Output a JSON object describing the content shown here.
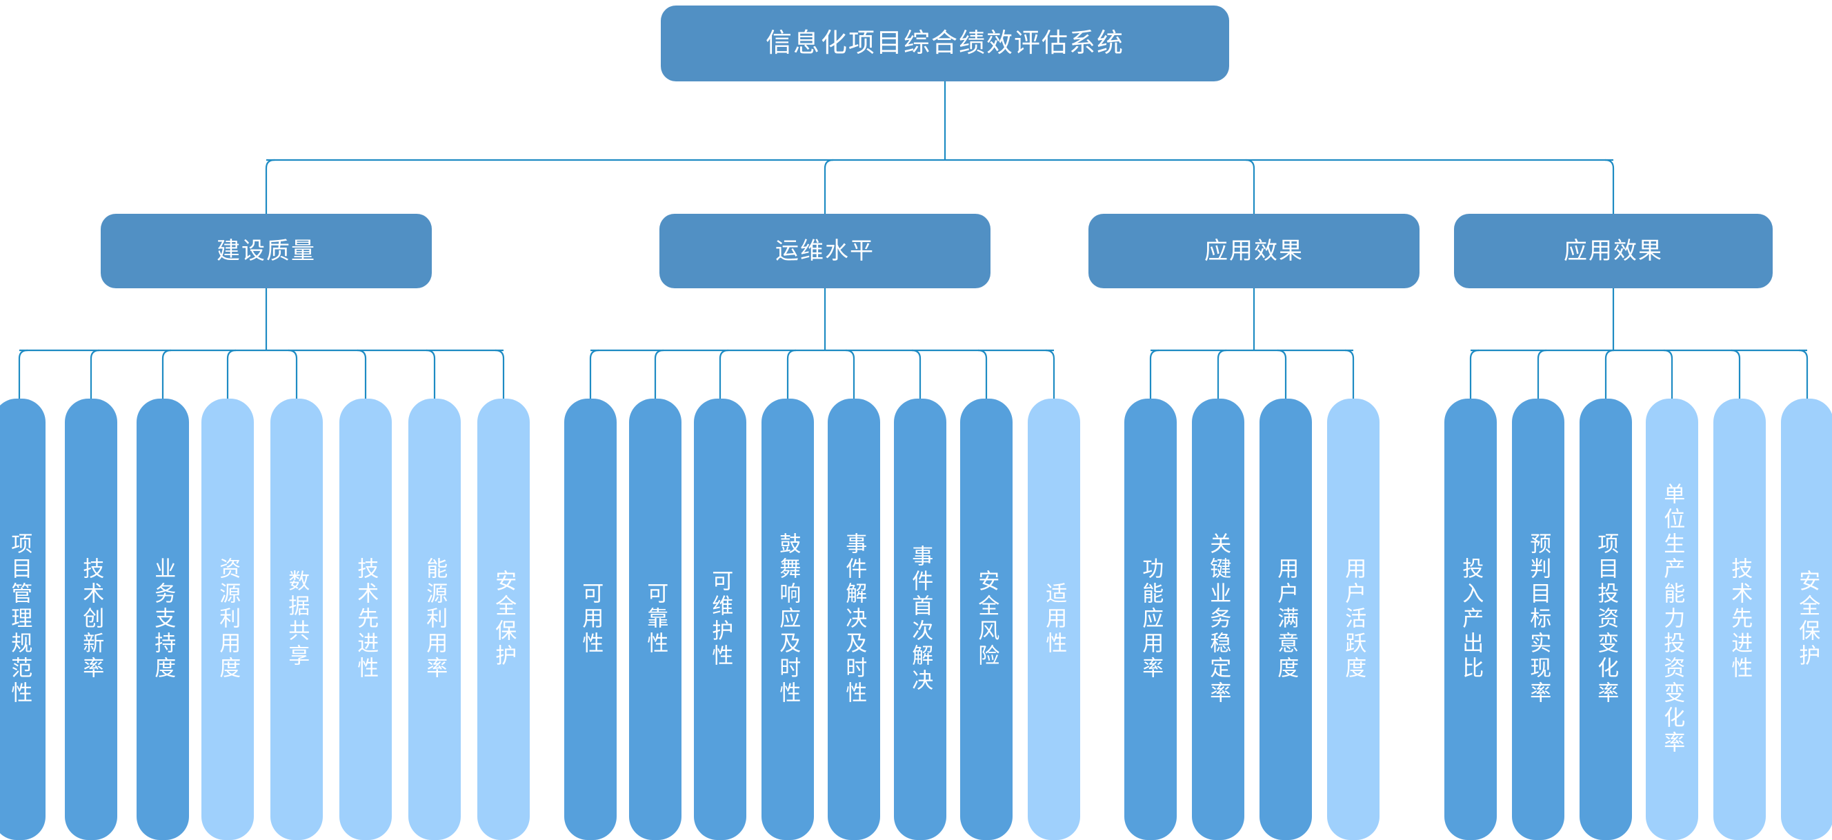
{
  "diagram": {
    "type": "org-tree",
    "title": "信息化项目综合绩效评估系统",
    "orientation": "top-down",
    "colors": {
      "root_fill": "#5190c4",
      "branch_fill": "#5190c4",
      "leaf_dark_fill": "#56a0dc",
      "leaf_light_fill": "#9fd0fc",
      "connector_stroke": "#1e8bc3",
      "label_text": "#ffffff",
      "background": "#ffffff"
    },
    "root": {
      "label": "信息化项目综合绩效评估系统"
    },
    "branches": [
      {
        "label": "建设质量",
        "leaves": [
          {
            "label": "项目管理规范性",
            "tone": "dark"
          },
          {
            "label": "技术创新率",
            "tone": "dark"
          },
          {
            "label": "业务支持度",
            "tone": "dark"
          },
          {
            "label": "资源利用度",
            "tone": "light"
          },
          {
            "label": "数据共享",
            "tone": "light"
          },
          {
            "label": "技术先进性",
            "tone": "light"
          },
          {
            "label": "能源利用率",
            "tone": "light"
          },
          {
            "label": "安全保护",
            "tone": "light"
          }
        ]
      },
      {
        "label": "运维水平",
        "leaves": [
          {
            "label": "可用性",
            "tone": "dark"
          },
          {
            "label": "可靠性",
            "tone": "dark"
          },
          {
            "label": "可维护性",
            "tone": "dark"
          },
          {
            "label": "鼓舞响应及时性",
            "tone": "dark"
          },
          {
            "label": "事件解决及时性",
            "tone": "dark"
          },
          {
            "label": "事件首次解决",
            "tone": "dark"
          },
          {
            "label": "安全风险",
            "tone": "dark"
          },
          {
            "label": "适用性",
            "tone": "light"
          }
        ]
      },
      {
        "label": "应用效果",
        "leaves": [
          {
            "label": "功能应用率",
            "tone": "dark"
          },
          {
            "label": "关键业务稳定率",
            "tone": "dark"
          },
          {
            "label": "用户满意度",
            "tone": "dark"
          },
          {
            "label": "用户活跃度",
            "tone": "light"
          }
        ]
      },
      {
        "label": "应用效果",
        "leaves": [
          {
            "label": "投入产出比",
            "tone": "dark"
          },
          {
            "label": "预判目标实现率",
            "tone": "dark"
          },
          {
            "label": "项目投资变化率",
            "tone": "dark"
          },
          {
            "label": "单位生产能力投资变化率",
            "tone": "light"
          },
          {
            "label": "技术先进性",
            "tone": "light"
          },
          {
            "label": "安全保护",
            "tone": "light"
          }
        ]
      }
    ]
  }
}
